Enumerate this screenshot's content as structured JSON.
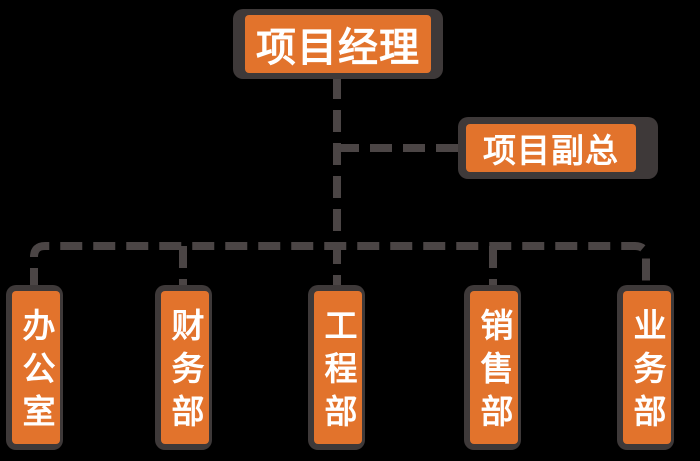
{
  "colors": {
    "background": "#000000",
    "box_fill": "#E2732C",
    "box_border": "#3E3939",
    "connector": "#4B4545",
    "text": "#FFFFFF"
  },
  "org_chart": {
    "type": "organization-chart",
    "root": {
      "label": "项目经理"
    },
    "assistant": {
      "label": "项目副总"
    },
    "departments": [
      {
        "label": "办公室"
      },
      {
        "label": "财务部"
      },
      {
        "label": "工程部"
      },
      {
        "label": "销售部"
      },
      {
        "label": "业务部"
      }
    ]
  }
}
